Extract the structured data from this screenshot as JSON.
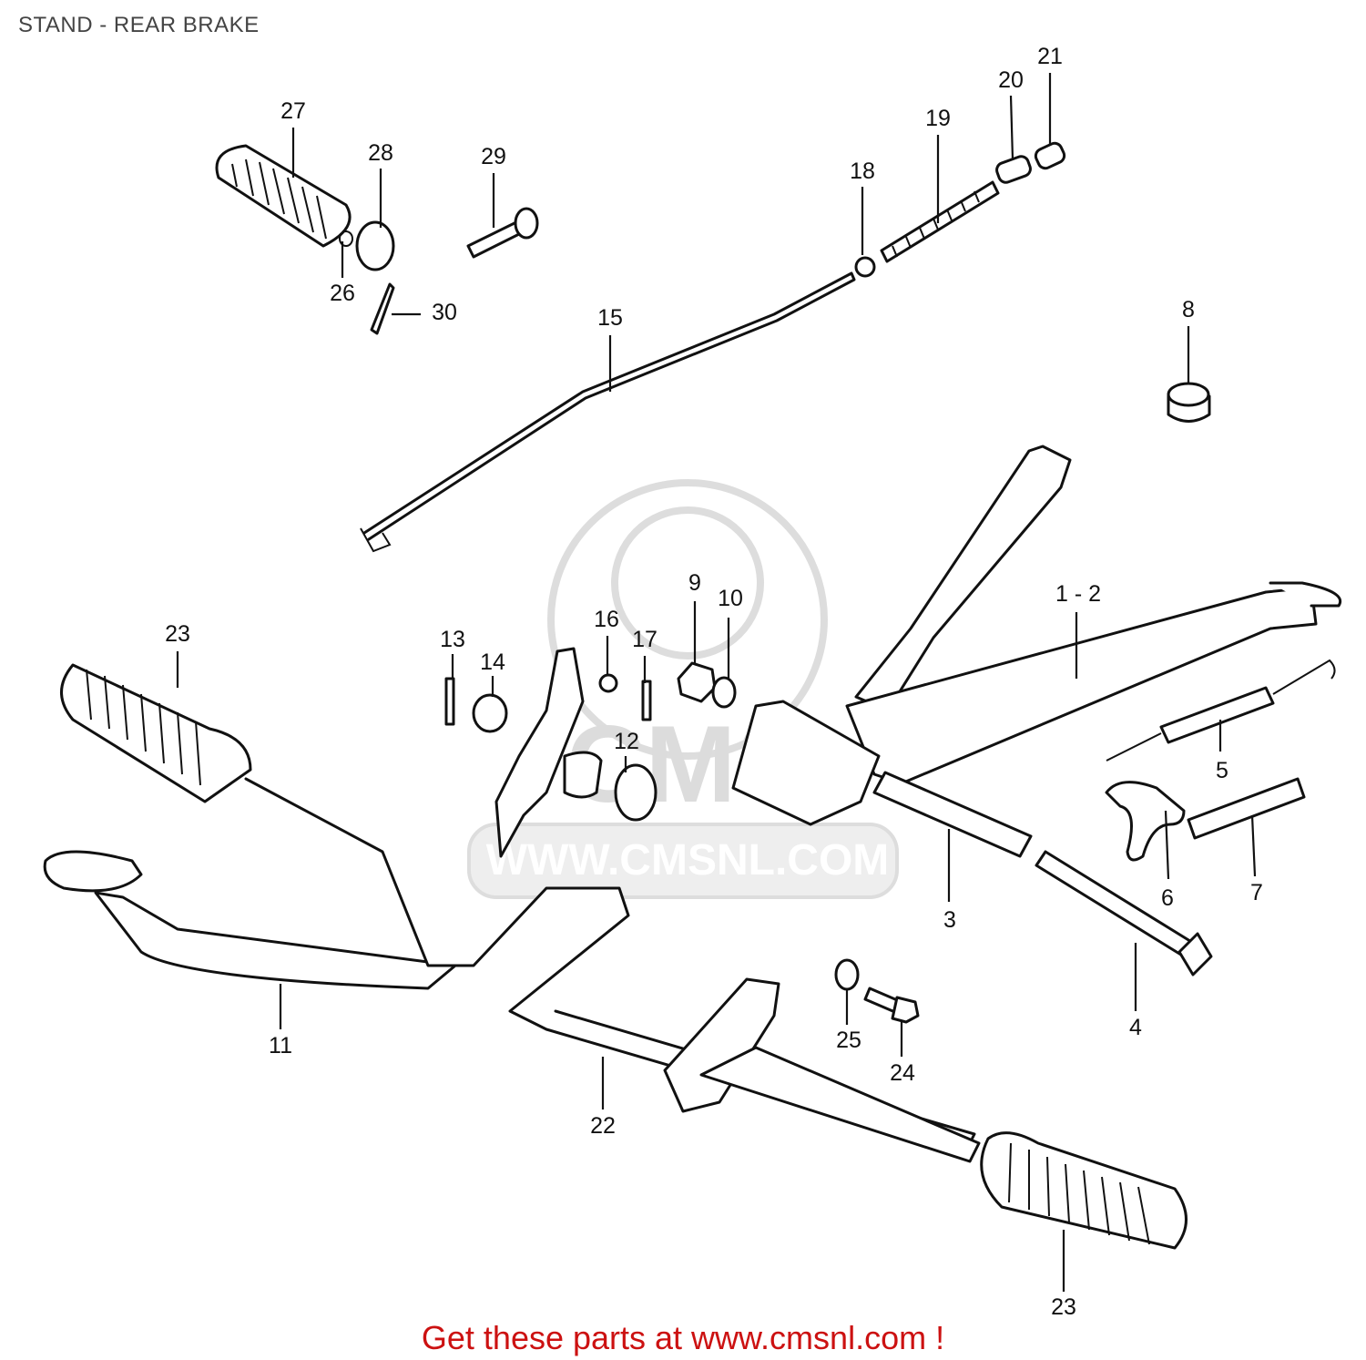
{
  "title": "STAND - REAR BRAKE",
  "footer": "Get these parts at www.cmsnl.com !",
  "watermark": {
    "logo_text": "CMS",
    "url_text": "WWW.CMSNL.COM"
  },
  "colors": {
    "title": "#444444",
    "footer": "#cc1111",
    "line": "#111111",
    "watermark": "#dddddd"
  },
  "callouts": [
    {
      "id": "27",
      "label": "27"
    },
    {
      "id": "28",
      "label": "28"
    },
    {
      "id": "26",
      "label": "26"
    },
    {
      "id": "30",
      "label": "30"
    },
    {
      "id": "29",
      "label": "29"
    },
    {
      "id": "18",
      "label": "18"
    },
    {
      "id": "19",
      "label": "19"
    },
    {
      "id": "20",
      "label": "20"
    },
    {
      "id": "21",
      "label": "21"
    },
    {
      "id": "15",
      "label": "15"
    },
    {
      "id": "8",
      "label": "8"
    },
    {
      "id": "12-top",
      "label": "1 - 2"
    },
    {
      "id": "5",
      "label": "5"
    },
    {
      "id": "6",
      "label": "6"
    },
    {
      "id": "7",
      "label": "7"
    },
    {
      "id": "3",
      "label": "3"
    },
    {
      "id": "4",
      "label": "4"
    },
    {
      "id": "9",
      "label": "9"
    },
    {
      "id": "10",
      "label": "10"
    },
    {
      "id": "13",
      "label": "13"
    },
    {
      "id": "14",
      "label": "14"
    },
    {
      "id": "16",
      "label": "16"
    },
    {
      "id": "17",
      "label": "17"
    },
    {
      "id": "12",
      "label": "12"
    },
    {
      "id": "23a",
      "label": "23"
    },
    {
      "id": "11",
      "label": "11"
    },
    {
      "id": "22",
      "label": "22"
    },
    {
      "id": "25",
      "label": "25"
    },
    {
      "id": "24",
      "label": "24"
    },
    {
      "id": "23b",
      "label": "23"
    }
  ]
}
